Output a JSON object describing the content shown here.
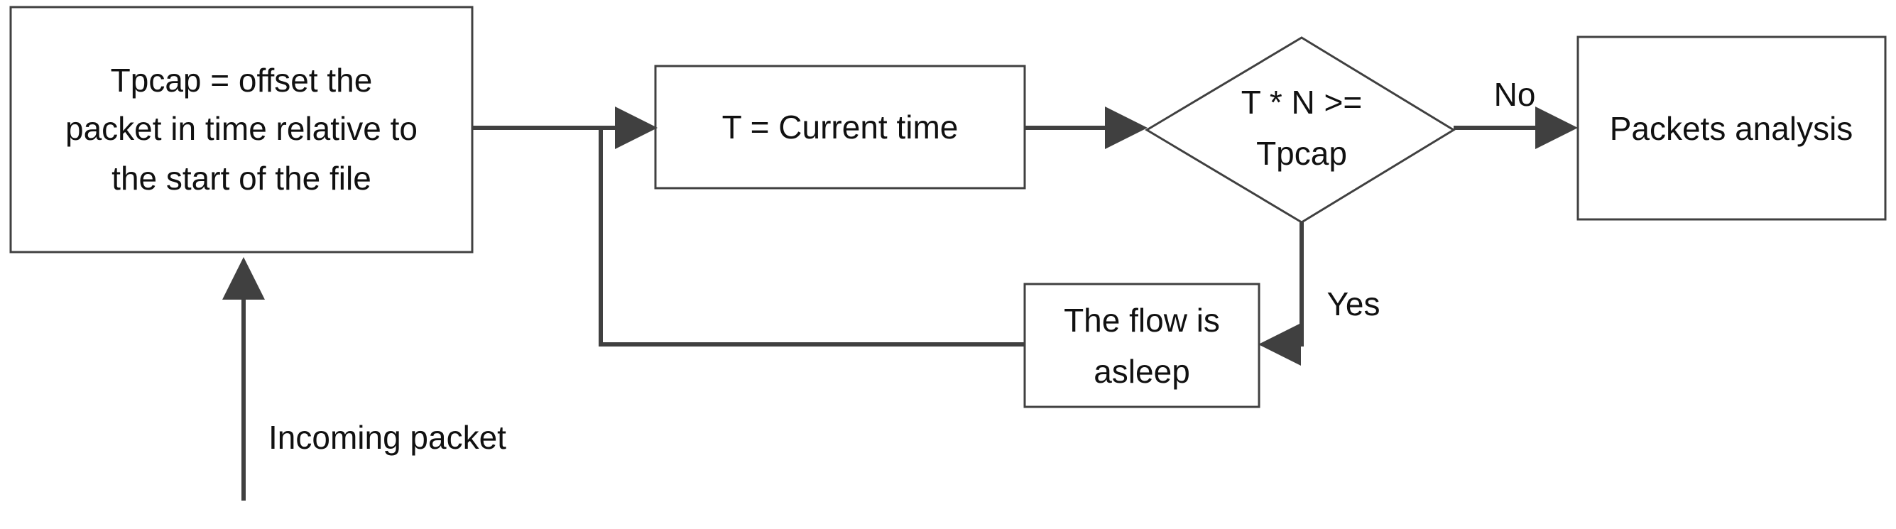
{
  "nodes": {
    "tpcap_box": {
      "lines": [
        "Tpcap = offset the",
        "packet in time relative to",
        "the start of the file"
      ]
    },
    "current_time_box": {
      "lines": [
        "T = Current time"
      ]
    },
    "decision": {
      "lines": [
        "T * N >=",
        "Tpcap"
      ]
    },
    "analysis_box": {
      "lines": [
        "Packets analysis"
      ]
    },
    "sleep_box": {
      "lines": [
        "The flow is",
        "asleep"
      ]
    }
  },
  "edges": {
    "no_label": "No",
    "yes_label": "Yes",
    "incoming_label": "Incoming packet"
  },
  "colors": {
    "stroke": "#404040",
    "text": "#111111",
    "background": "#ffffff"
  }
}
